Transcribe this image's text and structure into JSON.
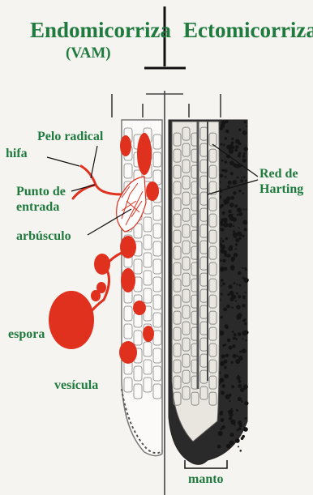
{
  "titles": {
    "left": "Endomicorriza",
    "left_sub": "(VAM)",
    "right": "Ectomicorriza"
  },
  "labels": {
    "pelo_radical": "Pelo radical",
    "hifa": "hifa",
    "punto_de_entrada": "Punto de entrada",
    "arbusculo": "arbúsculo",
    "espora": "espora",
    "vesicula": "vesícula",
    "red_de_harting": "Red de Harting",
    "manto": "manto"
  },
  "colors": {
    "label_green": "#1f7a3e",
    "fungus_red": "#e0301e",
    "root_line": "#555555",
    "mantle_dark": "#1c1c1c"
  }
}
